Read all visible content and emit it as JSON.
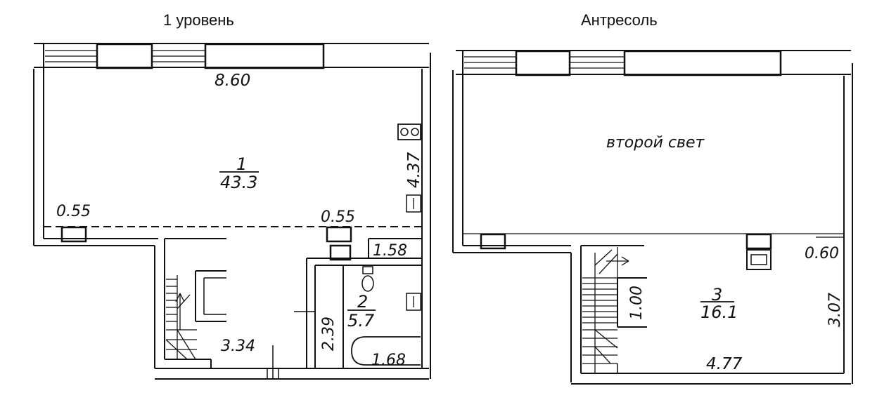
{
  "titles": {
    "level1": "1 уровень",
    "mezzanine": "Антресоль"
  },
  "level1": {
    "dim_top": "8.60",
    "dim_right": "4.37",
    "room1_num": "1",
    "room1_area": "43.3",
    "dim_left_small": "0.55",
    "dim_mid_small": "0.55",
    "dim_1_58": "1.58",
    "room2_num": "2",
    "room2_area": "5.7",
    "dim_2_39": "2.39",
    "dim_3_34": "3.34",
    "dim_1_68": "1.68"
  },
  "mezzanine": {
    "second_light": "второй свет",
    "room3_num": "3",
    "room3_area": "16.1",
    "dim_1_00": "1.00",
    "dim_3_07": "3.07",
    "dim_0_60": "0.60",
    "dim_4_77": "4.77"
  }
}
